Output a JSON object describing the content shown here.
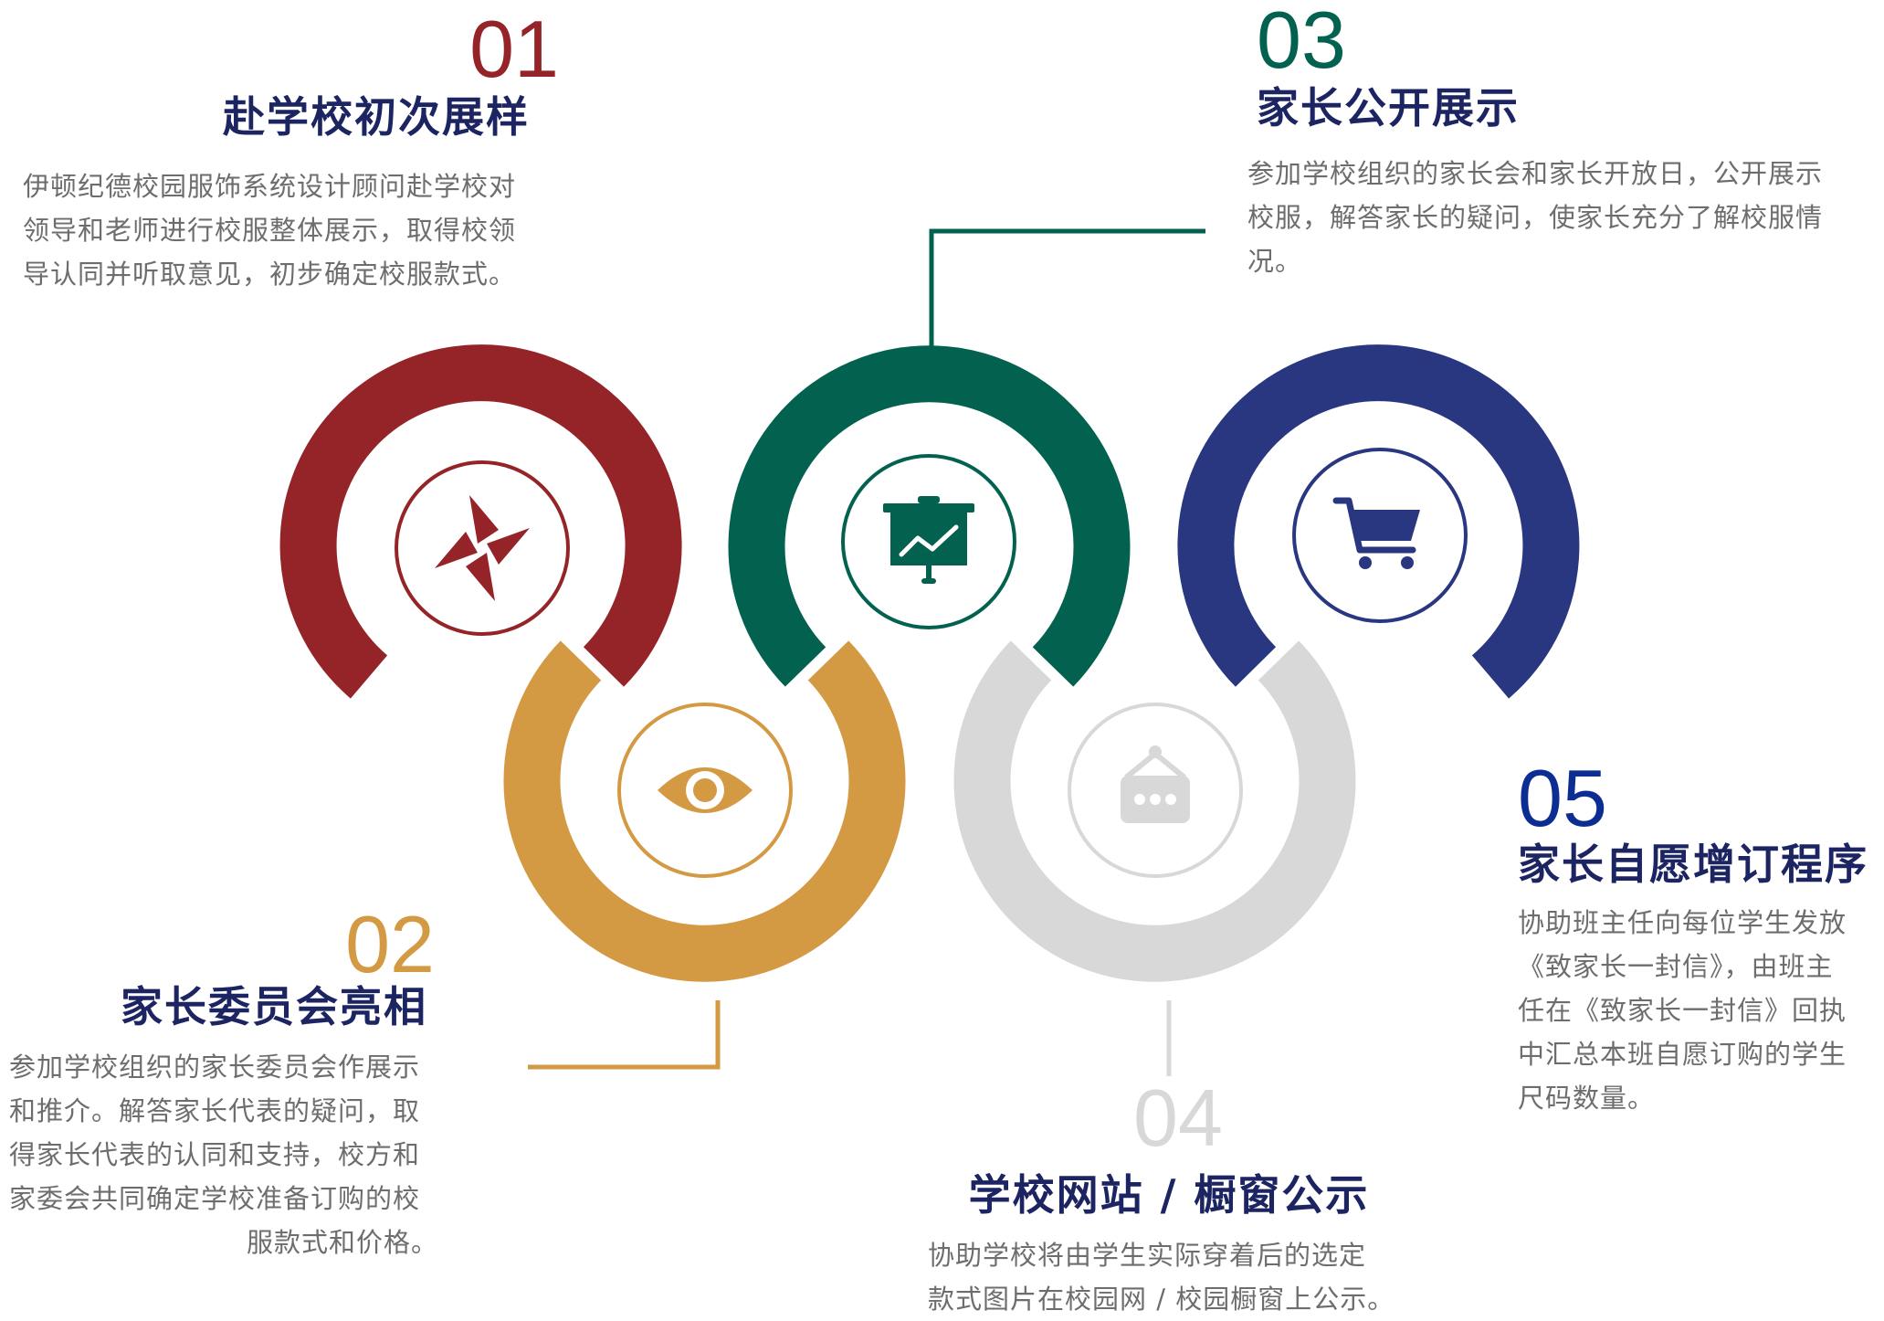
{
  "colors": {
    "step1": "#952428",
    "step2": "#d49a43",
    "step3": "#03614f",
    "step4": "#d8d8d8",
    "step5": "#293780",
    "title": "#1c2462",
    "body": "#6d6d6d"
  },
  "steps": [
    {
      "number": "01",
      "title": "赴学校初次展样",
      "lines": [
        "伊顿纪德校园服饰系统设计顾问赴学校对",
        "领导和老师进行校服整体展示，取得校领",
        "导认同并听取意见，初步确定校服款式。"
      ],
      "icon": "pinwheel-icon"
    },
    {
      "number": "02",
      "title": "家长委员会亮相",
      "lines": [
        "参加学校组织的家长委员会作展示",
        "和推介。解答家长代表的疑问，取",
        "得家长代表的认同和支持，校方和",
        "家委会共同确定学校准备订购的校",
        "服款式和价格。"
      ],
      "icon": "eye-icon"
    },
    {
      "number": "03",
      "title": "家长公开展示",
      "lines": [
        "参加学校组织的家长会和家长开放日，公开展示",
        "校服，解答家长的疑问，使家长充分了解校服情",
        "况。"
      ],
      "icon": "presentation-chart-icon"
    },
    {
      "number": "04",
      "title": "学校网站 / 橱窗公示",
      "lines": [
        "协助学校将由学生实际穿着后的选定",
        "款式图片在校园网 / 校园橱窗上公示。"
      ],
      "icon": "hanging-sign-icon"
    },
    {
      "number": "05",
      "title": "家长自愿增订程序",
      "lines": [
        "协助班主任向每位学生发放",
        "《致家长一封信》，由班主",
        "任在《致家长一封信》回执",
        "中汇总本班自愿订购的学生",
        "尺码数量。"
      ],
      "icon": "shopping-cart-icon"
    }
  ]
}
